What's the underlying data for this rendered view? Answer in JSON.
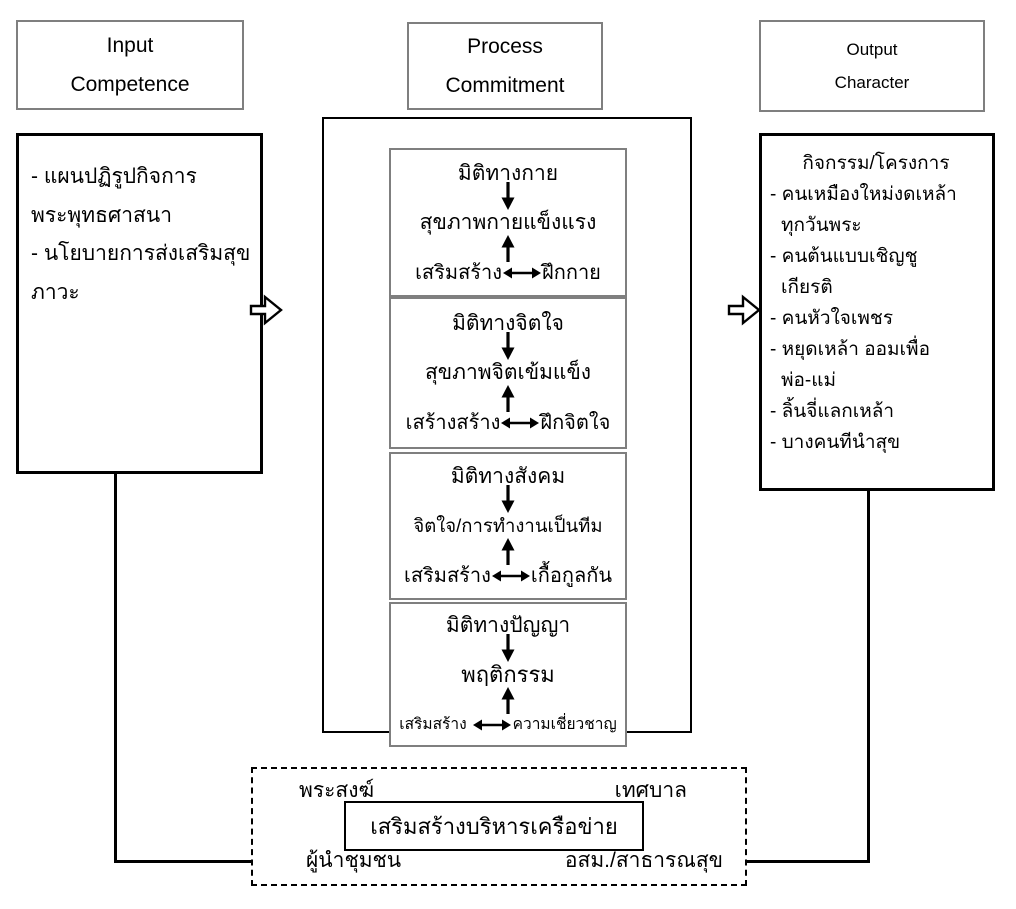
{
  "colors": {
    "background": "#ffffff",
    "border_black": "#000000",
    "border_gray": "#7f7f7f"
  },
  "header": {
    "input": {
      "line1": "Input",
      "line2": "Competence"
    },
    "process": {
      "line1": "Process",
      "line2": "Commitment"
    },
    "output": {
      "line1": "Output",
      "line2": "Character"
    }
  },
  "input_panel": {
    "lines": [
      "- แผนปฏิรูปกิจการ",
      "พระพุทธศาสนา",
      "- นโยบายการส่งเสริมสุข",
      "ภาวะ"
    ]
  },
  "process_panel": {
    "boxes": [
      {
        "title": "มิติทางกาย",
        "middle": "สุขภาพกายแข็งแรง",
        "bottom_left": "เสริมสร้าง",
        "bottom_right": "ฝึกกาย"
      },
      {
        "title": "มิติทางจิตใจ",
        "middle": "สุขภาพจิตเข้มแข็ง",
        "bottom_left": "เสร้างสร้าง",
        "bottom_right": "ฝึกจิตใจ"
      },
      {
        "title": "มิติทางสังคม",
        "middle": "จิตใจ/การทำงานเป็นทีม",
        "bottom_left": "เสริมสร้าง",
        "bottom_right": "เกื้อกูลกัน"
      },
      {
        "title": "มิติทางปัญญา",
        "middle": "พฤติกรรม",
        "bottom_left": "เสริมสร้าง",
        "bottom_right": "ความเชี่ยวชาญ"
      }
    ],
    "icons": {
      "down_arrow": "down-arrow",
      "up_arrow": "up-arrow",
      "left_right_arrow": "left-right-arrow"
    }
  },
  "output_panel": {
    "lines": [
      "กิจกรรม/โครงการ",
      "- คนเหมืองใหม่งดเหล้า",
      "ทุกวันพระ",
      "- คนต้นแบบเชิญชู",
      "เกียรติ",
      "- คนหัวใจเพชร",
      "- หยุดเหล้า ออมเพื่อ",
      "พ่อ-แม่",
      "- ลิ้นจี่แลกเหล้า",
      "- บางคนทีนำสุข"
    ]
  },
  "network_panel": {
    "top_left": "พระสงฆ์",
    "top_right": "เทศบาล",
    "center": "เสริมสร้างบริหารเครือข่าย",
    "bottom_left": "ผู้นำชุมชน",
    "bottom_right": "อสม./สาธารณสุข"
  }
}
